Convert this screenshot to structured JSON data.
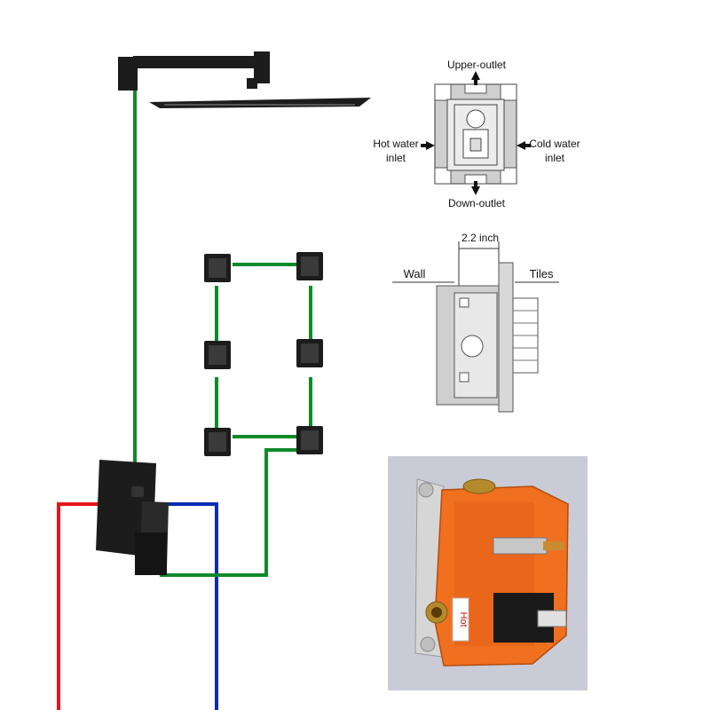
{
  "valve_top_view": {
    "upper_outlet": "Upper-outlet",
    "down_outlet": "Down-outlet",
    "hot_water_line1": "Hot water",
    "hot_water_line2": "inlet",
    "cold_water_line1": "Cold water",
    "cold_water_line2": "inlet"
  },
  "valve_side_view": {
    "depth": "2.2 inch",
    "wall": "Wall",
    "tiles": "Tiles"
  },
  "valve_photo": {
    "hot_label": "Hot"
  },
  "colors": {
    "hot_pipe": "#e8141b",
    "cold_pipe": "#0a2bb5",
    "mix_pipe": "#0f8a2a",
    "fixture": "#1c1c1c",
    "valve_body": "#f07020"
  },
  "icons": [
    "shower-head-icon",
    "body-jet-icon",
    "mixer-valve-icon",
    "arrow-icon"
  ]
}
